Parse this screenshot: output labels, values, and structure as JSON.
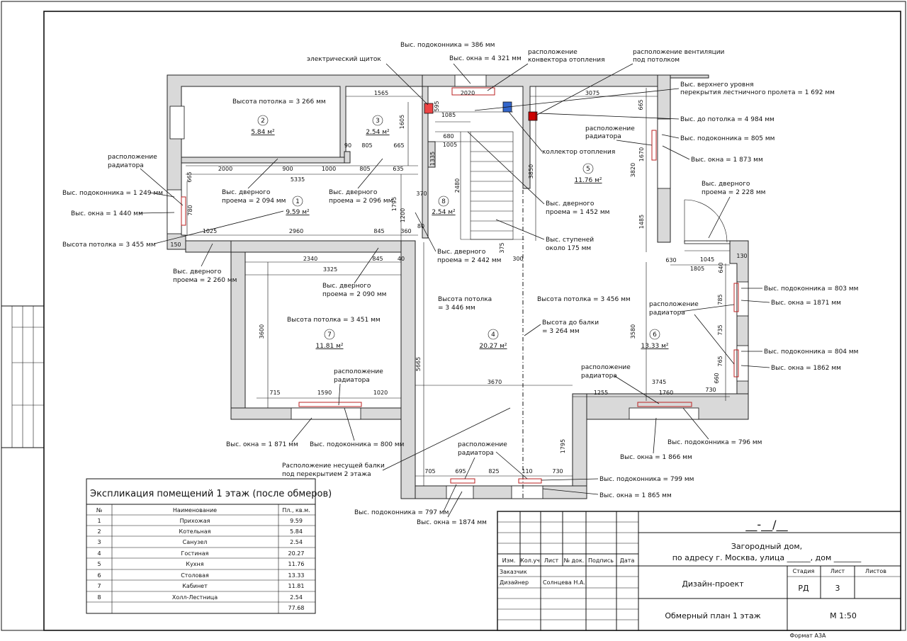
{
  "title_block": {
    "code": "__-__/__",
    "project_line1": "Загородный дом,",
    "project_line2": "по адресу г. Москва, улица ______, дом _______",
    "headers": [
      "Изм.",
      "Кол.уч",
      "Лист",
      "№ док.",
      "Подпись",
      "Дата"
    ],
    "customer_label": "Заказчик",
    "designer_label": "Дизайнер",
    "designer_name": "Солнцева Н.А.",
    "stage_type": "Дизайн-проект",
    "stage_header": "Стадия",
    "sheet_header": "Лист",
    "sheets_header": "Листов",
    "stage_value": "РД",
    "sheet_value": "3",
    "drawing_name": "Обмерный план 1 этаж",
    "scale": "М 1:50",
    "format": "Формат А3А"
  },
  "explication": {
    "title": "Экспликация помещений 1 этаж (после обмеров)",
    "headers": [
      "№",
      "Наименование",
      "Пл., кв.м."
    ],
    "rows": [
      {
        "n": "1",
        "name": "Прихожая",
        "area": "9.59"
      },
      {
        "n": "2",
        "name": "Котельная",
        "area": "5.84"
      },
      {
        "n": "3",
        "name": "Санузел",
        "area": "2.54"
      },
      {
        "n": "4",
        "name": "Гостиная",
        "area": "20.27"
      },
      {
        "n": "5",
        "name": "Кухня",
        "area": "11.76"
      },
      {
        "n": "6",
        "name": "Столовая",
        "area": "13.33"
      },
      {
        "n": "7",
        "name": "Кабинет",
        "area": "11.81"
      },
      {
        "n": "8",
        "name": "Холл-Лестница",
        "area": "2.54"
      }
    ],
    "total": "77.68"
  },
  "rooms": {
    "r1": {
      "num": "1",
      "area": "9.59 м²"
    },
    "r2": {
      "num": "2",
      "area": "5.84 м²"
    },
    "r3": {
      "num": "3",
      "area": "2.54 м²"
    },
    "r4": {
      "num": "4",
      "area": "20.27 м²"
    },
    "r5": {
      "num": "5",
      "area": "11.76 м²"
    },
    "r6": {
      "num": "6",
      "area": "13.33 м²"
    },
    "r7": {
      "num": "7",
      "area": "11.81 м²"
    },
    "r8": {
      "num": "8",
      "area": "2.54 м²"
    }
  },
  "notes": {
    "sill_386": "Выс. подоконника = 386 мм",
    "win_4321": "Выс. окна = 4 321 мм",
    "el_panel": "электрический щиток",
    "convector": "расположение",
    "convector2": "конвектора отопления",
    "vent": "расположение вентиляции",
    "vent2": "под потолком",
    "stair_top": "Выс. верхнего уровня",
    "stair_top2": "перекрытия лестничного пролета = 1 692 мм",
    "to_ceiling": "Выс. до потолка = 4 984 мм",
    "sill_805": "Выс. подоконника = 805 мм",
    "win_1873": "Выс. окна = 1 873 мм",
    "rad_k1": "расположение",
    "rad_k2": "радиатора",
    "collector": "коллектор отопления",
    "ceil_3266": "Высота потолка = 3 266 мм",
    "rad_l1": "расположение",
    "rad_l2": "радиатора",
    "sill_1249": "Выс. подоконника = 1 249 мм",
    "win_1440": "Выс. окна = 1 440 мм",
    "ceil_3455": "Высота потолка = 3 455 мм",
    "door_2094a": "Выс. дверного",
    "door_2094b": "проема = 2 094 мм",
    "door_2096a": "Выс. дверного",
    "door_2096b": "проема = 2 096 мм",
    "door_1452a": "Выс. дверного",
    "door_1452b": "проема = 1 452 мм",
    "steps_a": "Выс. ступеней",
    "steps_b": "около 175 мм",
    "door_2228a": "Выс. дверного",
    "door_2228b": "проема = 2 228 мм",
    "door_2260a": "Выс. дверного",
    "door_2260b": "проема = 2 260 мм",
    "door_2442a": "Выс. дверного",
    "door_2442b": "проема = 2 442 мм",
    "door_2090a": "Выс. дверного",
    "door_2090b": "проема = 2 090 мм",
    "ceil_3451": "Высота потолка = 3 451 мм",
    "ceil_3446a": "Высота потолка",
    "ceil_3446b": "= 3 446 мм",
    "ceil_3456": "Высота потолка = 3 456 мм",
    "beam_a": "Высота до балки",
    "beam_b": "= 3 264 мм",
    "sill_803": "Выс. подоконника = 803 мм",
    "win_1871r": "Выс. окна = 1871 мм",
    "rad_r1": "расположение",
    "rad_r2": "радиатора",
    "sill_804": "Выс. подоконника = 804 мм",
    "win_1862": "Выс. окна = 1862 мм",
    "rad_7a": "расположение",
    "rad_7b": "радиатора",
    "rad_6a": "расположение",
    "rad_6b": "радиатора",
    "win_1871": "Выс. окна = 1 871 мм",
    "sill_800": "Выс. подоконника = 800 мм",
    "sill_796": "Выс. подоконника = 796 мм",
    "win_1866": "Выс. окна = 1 866 мм",
    "beam2a": "Расположение несущей балки",
    "beam2b": "под перекрытием 2 этажа",
    "rad_4a": "расположение",
    "rad_4b": "радиатора",
    "sill_799": "Выс. подоконника = 799 мм",
    "win_1865": "Выс. окна = 1 865 мм",
    "sill_797": "Выс. подоконника = 797 мм",
    "win_1874": "Выс. окна = 1874 мм"
  },
  "dims": {
    "d1565": "1565",
    "d3075": "3075",
    "d2020": "2020",
    "d1085": "1085",
    "d680": "680",
    "d1005": "1005",
    "d595": "595",
    "d665a": "665",
    "d665b": "665",
    "d90": "90",
    "d805a": "805",
    "d665c": "665",
    "d1605": "1605",
    "d2000": "2000",
    "d900": "900",
    "d1000": "1000",
    "d805b": "805",
    "d635": "635",
    "d5335": "5335",
    "d1335": "1335",
    "d3850": "3850",
    "d3820": "3820",
    "d1670": "1670",
    "d2480": "2480",
    "d370": "370",
    "d1795a": "1795",
    "d1200": "1200",
    "d780": "780",
    "d150": "150",
    "d1025": "1025",
    "d2960": "2960",
    "d845a": "845",
    "d360": "360",
    "d80": "80",
    "d375": "375",
    "d300": "300",
    "d1485": "1485",
    "d1045": "1045",
    "d130": "130",
    "d630": "630",
    "d1805": "1805",
    "d640": "640",
    "d2340": "2340",
    "d845b": "845",
    "d40": "40",
    "d3325": "3325",
    "d3600": "3600",
    "d5665": "5665",
    "d3580": "3580",
    "d785": "785",
    "d735": "735",
    "d765": "765",
    "d660": "660",
    "d715": "715",
    "d1590": "1590",
    "d1020": "1020",
    "d3670": "3670",
    "d3745": "3745",
    "d1255": "1255",
    "d1760": "1760",
    "d730a": "730",
    "d1795b": "1795",
    "d705": "705",
    "d695": "695",
    "d825": "825",
    "d110": "110",
    "d730b": "730"
  }
}
